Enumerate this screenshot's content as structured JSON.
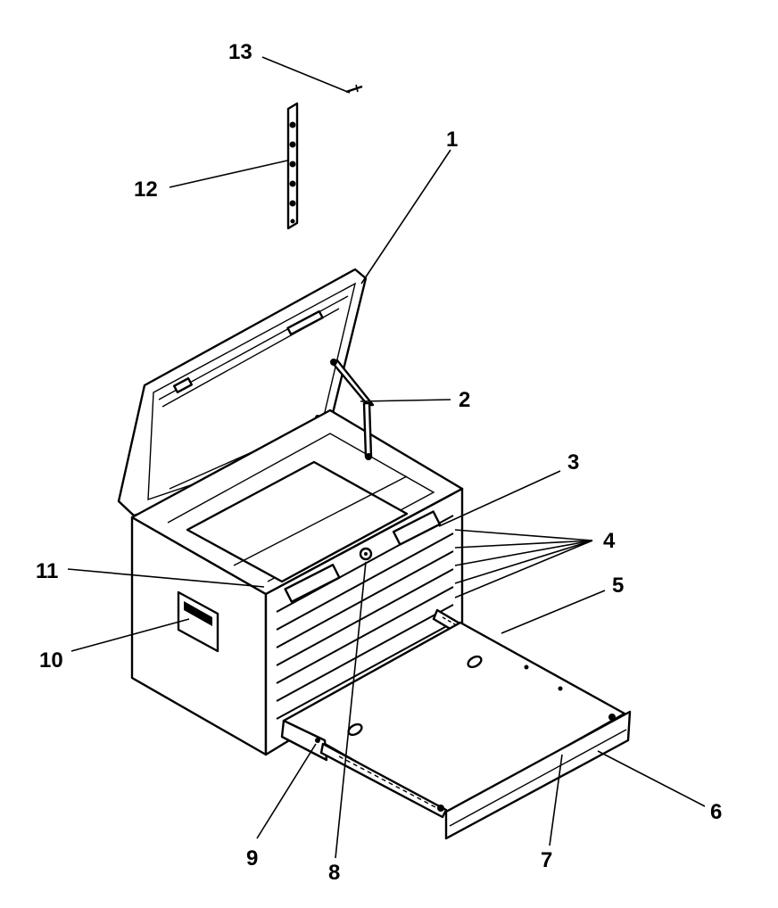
{
  "diagram": {
    "ink_color": "#000000",
    "background_color": "#ffffff",
    "callouts": [
      {
        "id": "c1",
        "label": "1"
      },
      {
        "id": "c2",
        "label": "2"
      },
      {
        "id": "c3",
        "label": "3"
      },
      {
        "id": "c4",
        "label": "4"
      },
      {
        "id": "c5",
        "label": "5"
      },
      {
        "id": "c6",
        "label": "6"
      },
      {
        "id": "c7",
        "label": "7"
      },
      {
        "id": "c8",
        "label": "8"
      },
      {
        "id": "c9",
        "label": "9"
      },
      {
        "id": "c10",
        "label": "10"
      },
      {
        "id": "c11",
        "label": "11"
      },
      {
        "id": "c12",
        "label": "12"
      },
      {
        "id": "c13",
        "label": "13"
      }
    ]
  }
}
